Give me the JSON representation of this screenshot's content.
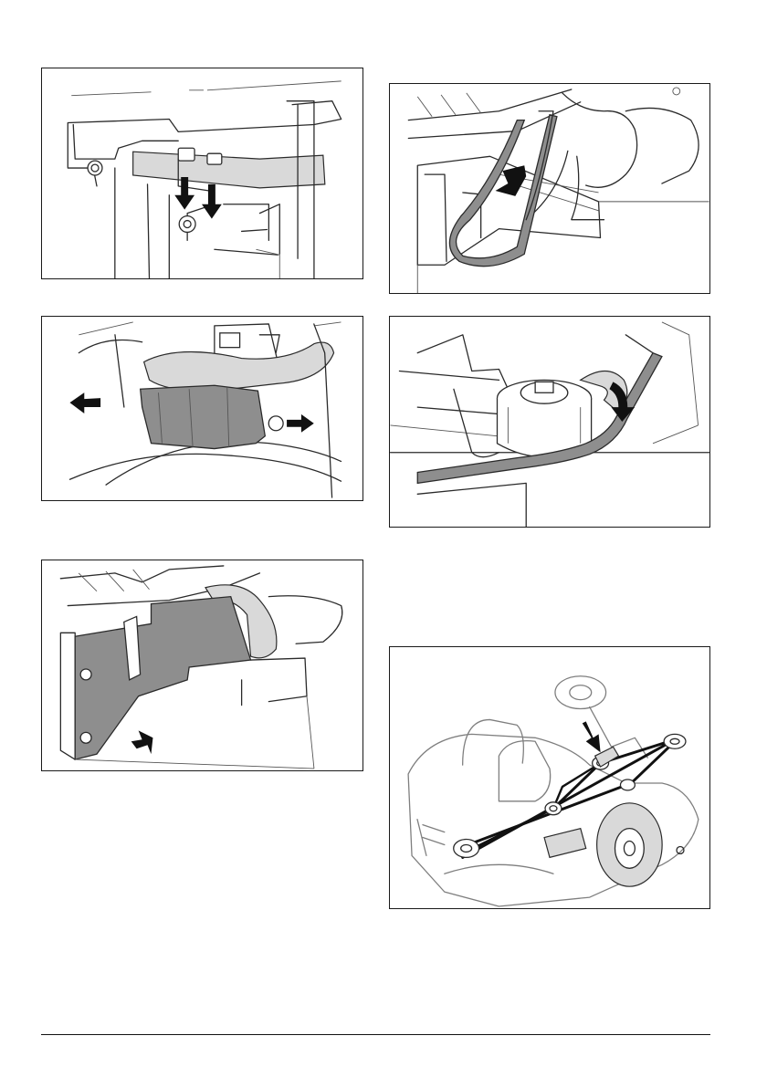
{
  "page": {
    "footer_text": "",
    "figures": [
      {
        "id": "fig1",
        "icon": "bracket-bolts-removal-illustration"
      },
      {
        "id": "fig2",
        "icon": "belt-guard-removal-illustration"
      },
      {
        "id": "fig3",
        "icon": "side-cover-removal-illustration"
      },
      {
        "id": "fig4",
        "icon": "drive-belt-removal-illustration"
      },
      {
        "id": "fig5",
        "icon": "belt-pulley-routing-illustration"
      },
      {
        "id": "fig6",
        "icon": "mower-belt-routing-illustration"
      }
    ]
  }
}
